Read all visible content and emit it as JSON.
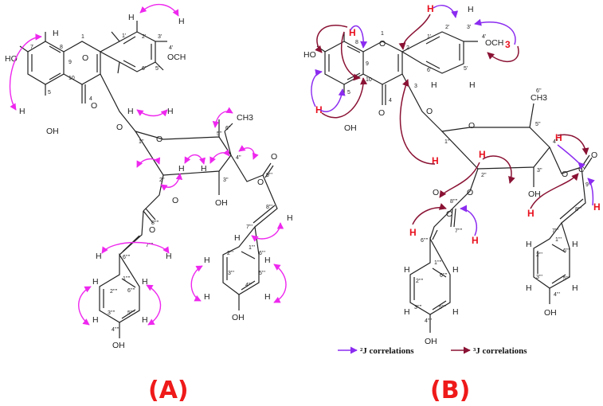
{
  "panels": {
    "a": "(A)",
    "b": "(B)"
  },
  "legend": {
    "two_bond": "²J correlations",
    "three_bond": "³J correlations"
  },
  "atoms": {
    "O": "O",
    "OH": "OH",
    "HO": "HO",
    "H": "H",
    "C": "C",
    "CH3": "CH3",
    "OCH3": "OCH",
    "OCH3_sub": "3"
  },
  "ring_positions": [
    "1",
    "2",
    "3",
    "4",
    "5",
    "6",
    "7",
    "8",
    "9",
    "10",
    "1'",
    "2'",
    "3'",
    "4'",
    "5'",
    "6'",
    "1''",
    "2''",
    "3''",
    "4''",
    "5''",
    "6''",
    "1'''",
    "2'''",
    "3'''",
    "4'''",
    "5'''",
    "6'''",
    "7'''",
    "8'''",
    "9'''",
    "1''''",
    "2''''",
    "3''''",
    "4''''",
    "5''''",
    "6''''",
    "7''''",
    "8''''",
    "9''''"
  ],
  "colors": {
    "hmbc_2j": "#8b2cf0",
    "hmbc_3j": "#8a1234",
    "cosy": "#ee28ee",
    "highlight_h": "#e8101e",
    "panel_label": "#ef1a1a"
  }
}
